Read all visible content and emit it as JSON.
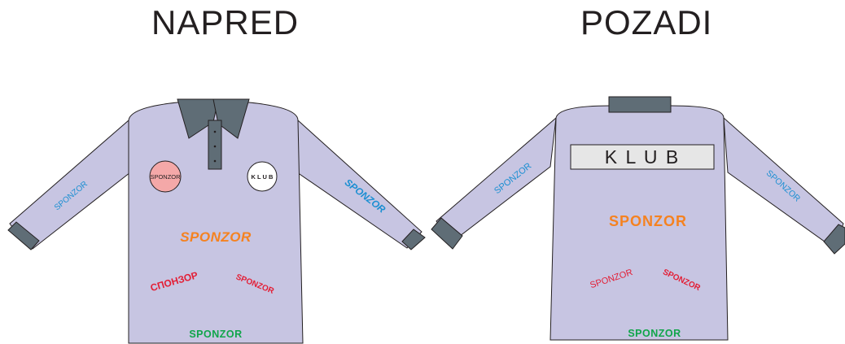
{
  "front": {
    "title": "NAPRED",
    "sleeve_left": "SPONZOR",
    "sleeve_right": "SPONZOR",
    "chest_left_badge": "SPONZOR",
    "chest_right_badge": "K L U B",
    "center": "SPONZOR",
    "lower_left": "СПОНЗОР",
    "lower_right": "SPONZOR",
    "bottom": "SPONZOR"
  },
  "back": {
    "title": "POZADI",
    "name_panel": "K L U B",
    "sleeve_left": "SPONZOR",
    "sleeve_right": "SPONZOR",
    "center": "SPONZOR",
    "lower_left": "SPONZOR",
    "lower_right": "SPONZOR",
    "bottom": "SPONZOR"
  },
  "colors": {
    "shirt": "#c7c5e2",
    "trim": "#5f6d76",
    "blue_text": "#1b8fd2",
    "orange_text": "#f58220",
    "red_text": "#e31e35",
    "green_text": "#10a54a",
    "pink_badge": "#f4a8a8"
  }
}
